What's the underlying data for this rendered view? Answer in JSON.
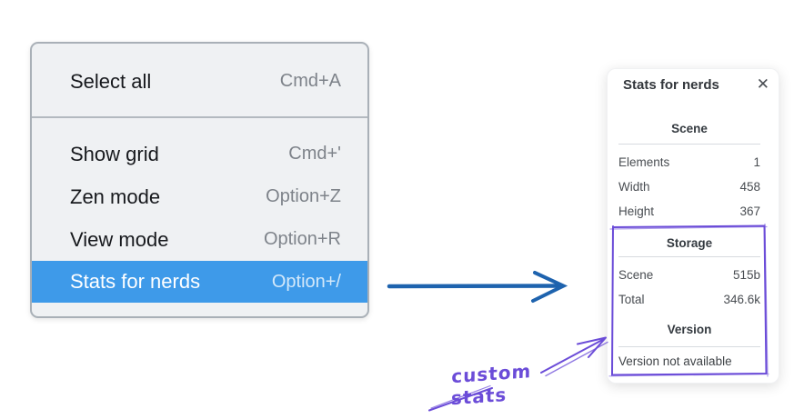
{
  "context_menu": {
    "items": [
      {
        "label": "Select all",
        "shortcut": "Cmd+A",
        "selected": false
      },
      {
        "label": "Show grid",
        "shortcut": "Cmd+'",
        "selected": false
      },
      {
        "label": "Zen mode",
        "shortcut": "Option+Z",
        "selected": false
      },
      {
        "label": "View mode",
        "shortcut": "Option+R",
        "selected": false
      },
      {
        "label": "Stats for nerds",
        "shortcut": "Option+/",
        "selected": true
      }
    ]
  },
  "stats_panel": {
    "title": "Stats for nerds",
    "close_icon_glyph": "✕",
    "sections": [
      {
        "heading": "Scene",
        "rows": [
          {
            "label": "Elements",
            "value": "1"
          },
          {
            "label": "Width",
            "value": "458"
          },
          {
            "label": "Height",
            "value": "367"
          }
        ]
      },
      {
        "heading": "Storage",
        "rows": [
          {
            "label": "Scene",
            "value": "515b"
          },
          {
            "label": "Total",
            "value": "346.6k"
          }
        ]
      },
      {
        "heading": "Version",
        "note": "Version not available"
      }
    ]
  },
  "annotation": {
    "label": "custom stats"
  },
  "colors": {
    "menu_highlight": "#3e9ae9",
    "arrow_blue": "#1e63ae",
    "annotation_purple": "#6b4cd8"
  }
}
